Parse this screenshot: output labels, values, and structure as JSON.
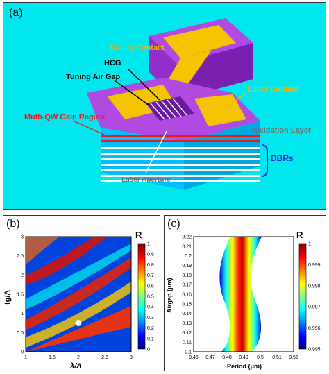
{
  "panel_a": {
    "label": "(a)",
    "annotations": {
      "tuning_contact": "Tuning Contact",
      "tuning_air_gap": "Tuning Air Gap",
      "hcg": "HCG",
      "laser_contact": "Laser Contact",
      "multi_qw": "Multi-QW Gain Region",
      "oxidation_layer": "Oxidation Layer",
      "dbrs": "DBRs",
      "laser_aperture": "Laser Aperture"
    },
    "colors": {
      "background": "#00e8ee",
      "contact_gold": "#f5c400",
      "purple": "#a23bd6",
      "annotation_orange": "#f2b400",
      "annotation_red": "#e02020",
      "annotation_gray": "#707070",
      "annotation_blue": "#2030d0"
    }
  },
  "panel_b": {
    "label": "(b)",
    "colorbar_title": "R",
    "colorbar_ticks": [
      "0",
      "0.1",
      "0.2",
      "0.3",
      "0.4",
      "0.5",
      "0.6",
      "0.7",
      "0.8",
      "0.9",
      "1"
    ],
    "xlabel": "λ/Λ",
    "ylabel": "tg/Λ"
  },
  "panel_c": {
    "label": "(c)",
    "colorbar_title": "R",
    "colorbar_ticks": [
      "0.995",
      "0.996",
      "0.997",
      "0.998",
      "0.999",
      "1"
    ],
    "xlabel": "Period (μm)",
    "ylabel": "Airgap (μm)"
  },
  "chart_data": [
    {
      "type": "heatmap",
      "xlabel": "λ/Λ",
      "ylabel": "tg/Λ",
      "xlim": [
        1,
        3
      ],
      "ylim": [
        0,
        3
      ],
      "xticks": [
        "1",
        "1.5",
        "2",
        "2.5",
        "3"
      ],
      "yticks": [
        "0",
        "0.5",
        "1",
        "1.5",
        "2",
        "2.5",
        "3"
      ],
      "colorbar_range": [
        0,
        1
      ],
      "marker": {
        "x": 2.0,
        "y": 0.75
      }
    },
    {
      "type": "heatmap",
      "xlabel": "Period (μm)",
      "ylabel": "Airgap (μm)",
      "xlim": [
        0.46,
        0.52
      ],
      "ylim": [
        0.1,
        0.22
      ],
      "xticks": [
        "0.46",
        "0.47",
        "0.48",
        "0.49",
        "0.5",
        "0.51",
        "0.52"
      ],
      "yticks": [
        "0.1",
        "0.11",
        "0.12",
        "0.13",
        "0.14",
        "0.15",
        "0.16",
        "0.17",
        "0.18",
        "0.19",
        "0.2",
        "0.21",
        "0.22"
      ],
      "colorbar_range": [
        0.995,
        1
      ]
    }
  ]
}
